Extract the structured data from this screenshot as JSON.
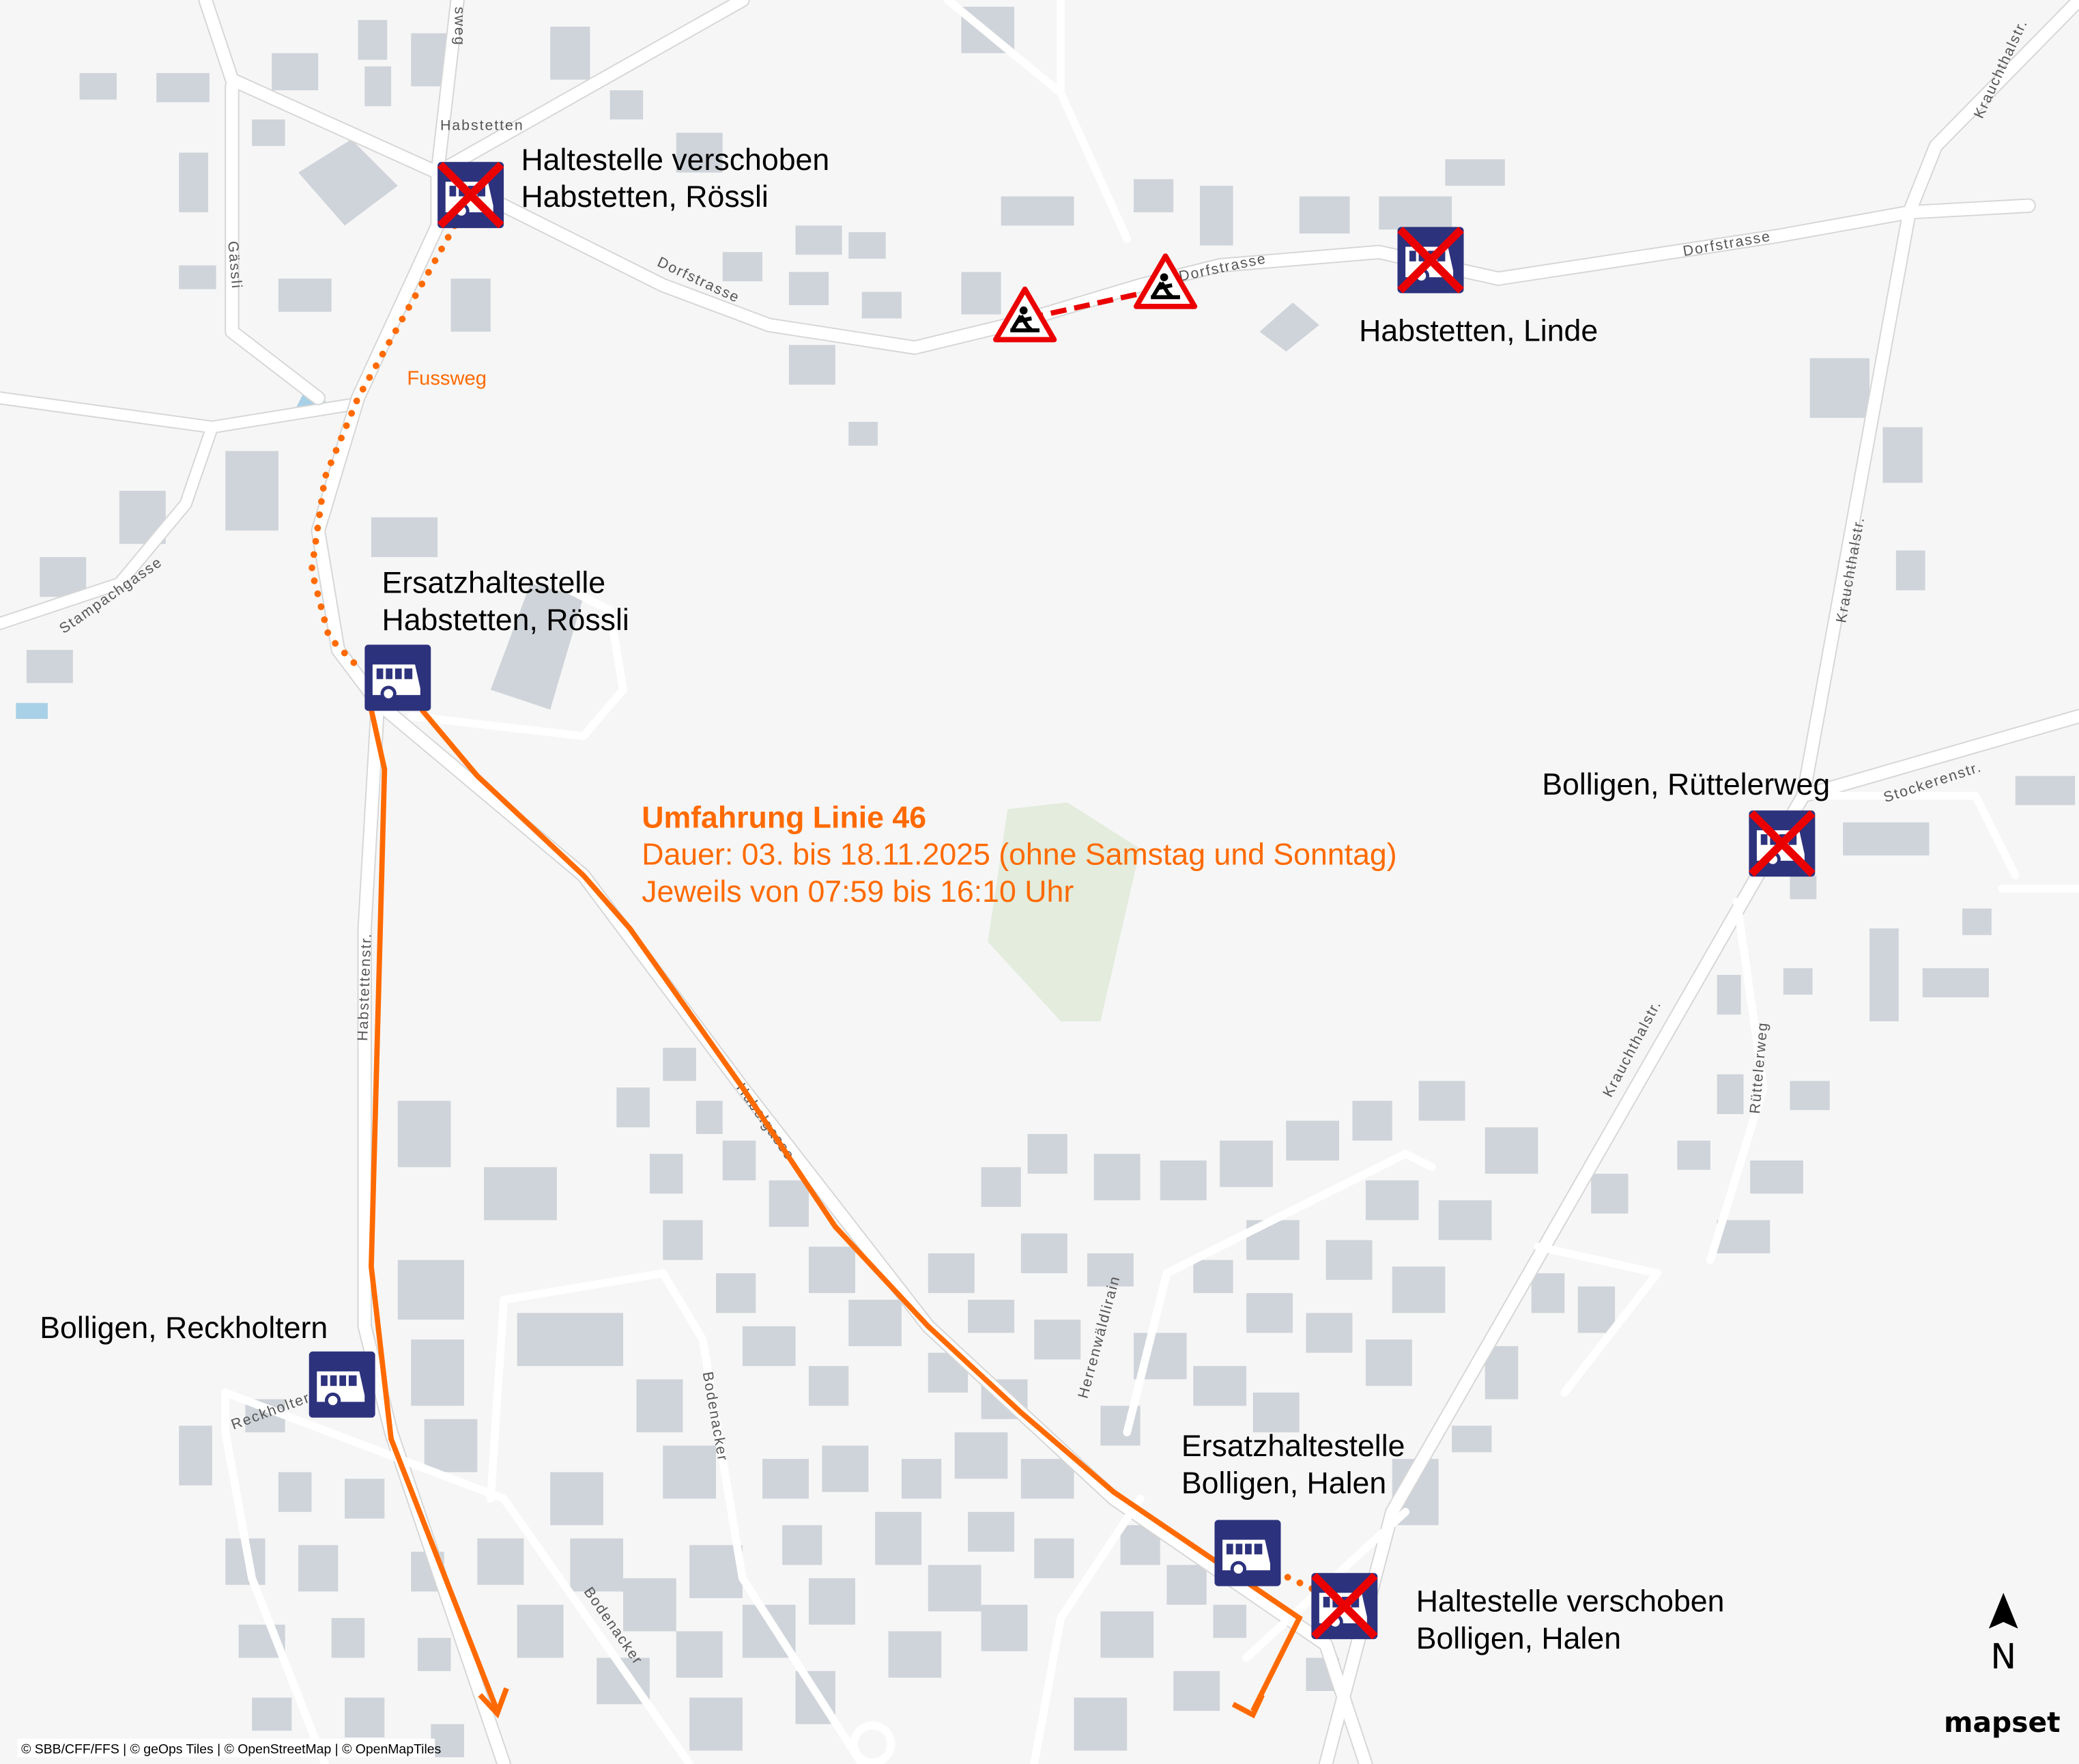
{
  "colors": {
    "route": "#ff6a00",
    "bus_sign": "#2d327d",
    "cancel": "#eb0000",
    "background": "#f6f6f6",
    "building": "#cfd4da"
  },
  "notice": {
    "title": "Umfahrung Linie 46",
    "duration": "Dauer: 03. bis 18.11.2025 (ohne Samstag und Sonntag)",
    "times": "Jeweils von 07:59 bis 16:10 Uhr"
  },
  "stops": {
    "roessli_moved": {
      "line1": "Haltestelle verschoben",
      "line2": "Habstetten, Rössli"
    },
    "roessli_replacement": {
      "line1": "Ersatzhaltestelle",
      "line2": "Habstetten, Rössli"
    },
    "linde": {
      "line1": "Habstetten, Linde"
    },
    "ruettelerweg": {
      "line1": "Bolligen, Rüttelerweg"
    },
    "reckholtern": {
      "line1": "Bolligen, Reckholtern"
    },
    "halen_replacement": {
      "line1": "Ersatzhaltestelle",
      "line2": "Bolligen, Halen"
    },
    "halen_moved": {
      "line1": "Haltestelle verschoben",
      "line2": "Bolligen, Halen"
    }
  },
  "footpath_label": "Fussweg",
  "streets": {
    "habstetten": "Habstetten",
    "dorfstrasse1": "Dorfstrasse",
    "dorfstrasse2": "Dorfstrasse",
    "dorfstrasse3": "Dorfstrasse",
    "gaessli": "Gässli",
    "stampachgasse": "Stampachgasse",
    "krauchthal1": "Krauchthalstr.",
    "krauchthal2": "Krauchthalstr.",
    "krauchthal3": "Krauchthalstr.",
    "stockeren": "Stockerenstr.",
    "ruettelerweg": "Rüttelerweg",
    "hubelgasse": "Hubelgasse",
    "herrenwaeldlirain": "Herrenwäldlirain",
    "bodenacker1": "Bodenacker",
    "bodenacker2": "Bodenacker",
    "reckholtern": "Reckholtern",
    "habstettenstr": "Habstettenstr.",
    "sweg": "sweg"
  },
  "north_label": "N",
  "logo": "mapset",
  "attribution": "© SBB/CFF/FFS | © geOps Tiles | © OpenStreetMap | © OpenMapTiles"
}
